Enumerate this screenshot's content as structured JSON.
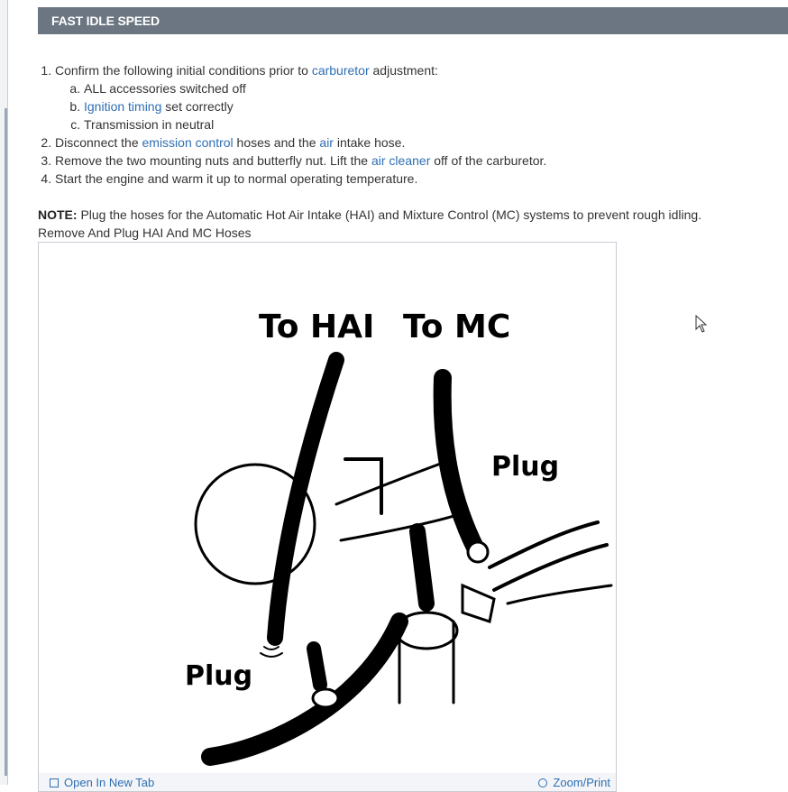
{
  "header": {
    "title": "FAST IDLE SPEED"
  },
  "steps": [
    {
      "parts": [
        {
          "t": "Confirm the following initial conditions prior to "
        },
        {
          "t": "carburetor",
          "link": true
        },
        {
          "t": " adjustment:"
        }
      ],
      "sub": [
        {
          "parts": [
            {
              "t": "ALL accessories switched off"
            }
          ]
        },
        {
          "parts": [
            {
              "t": "Ignition timing",
              "link": true
            },
            {
              "t": " set correctly"
            }
          ]
        },
        {
          "parts": [
            {
              "t": "Transmission in neutral"
            }
          ]
        }
      ]
    },
    {
      "parts": [
        {
          "t": "Disconnect the "
        },
        {
          "t": "emission control",
          "link": true
        },
        {
          "t": " hoses and the "
        },
        {
          "t": "air",
          "link": true
        },
        {
          "t": " intake hose."
        }
      ]
    },
    {
      "parts": [
        {
          "t": "Remove the two mounting nuts and butterfly nut. Lift the "
        },
        {
          "t": "air cleaner",
          "link": true
        },
        {
          "t": " off of the carburetor."
        }
      ]
    },
    {
      "parts": [
        {
          "t": "Start the engine and warm it up to normal operating temperature."
        }
      ]
    }
  ],
  "note": {
    "label": "NOTE:",
    "text": " Plug the hoses for the Automatic Hot Air Intake (HAI) and Mixture Control (MC) systems to prevent rough idling."
  },
  "figure": {
    "caption": "Remove And Plug HAI And MC Hoses",
    "labels": {
      "to_hai": "To HAI",
      "to_mc": "To MC",
      "plug_right": "Plug",
      "plug_left": "Plug"
    },
    "footer": {
      "open_tab": "Open In New Tab",
      "zoom_print": "Zoom/Print"
    }
  },
  "colors": {
    "header_bg": "#6b7682",
    "link": "#2f6fb3"
  }
}
